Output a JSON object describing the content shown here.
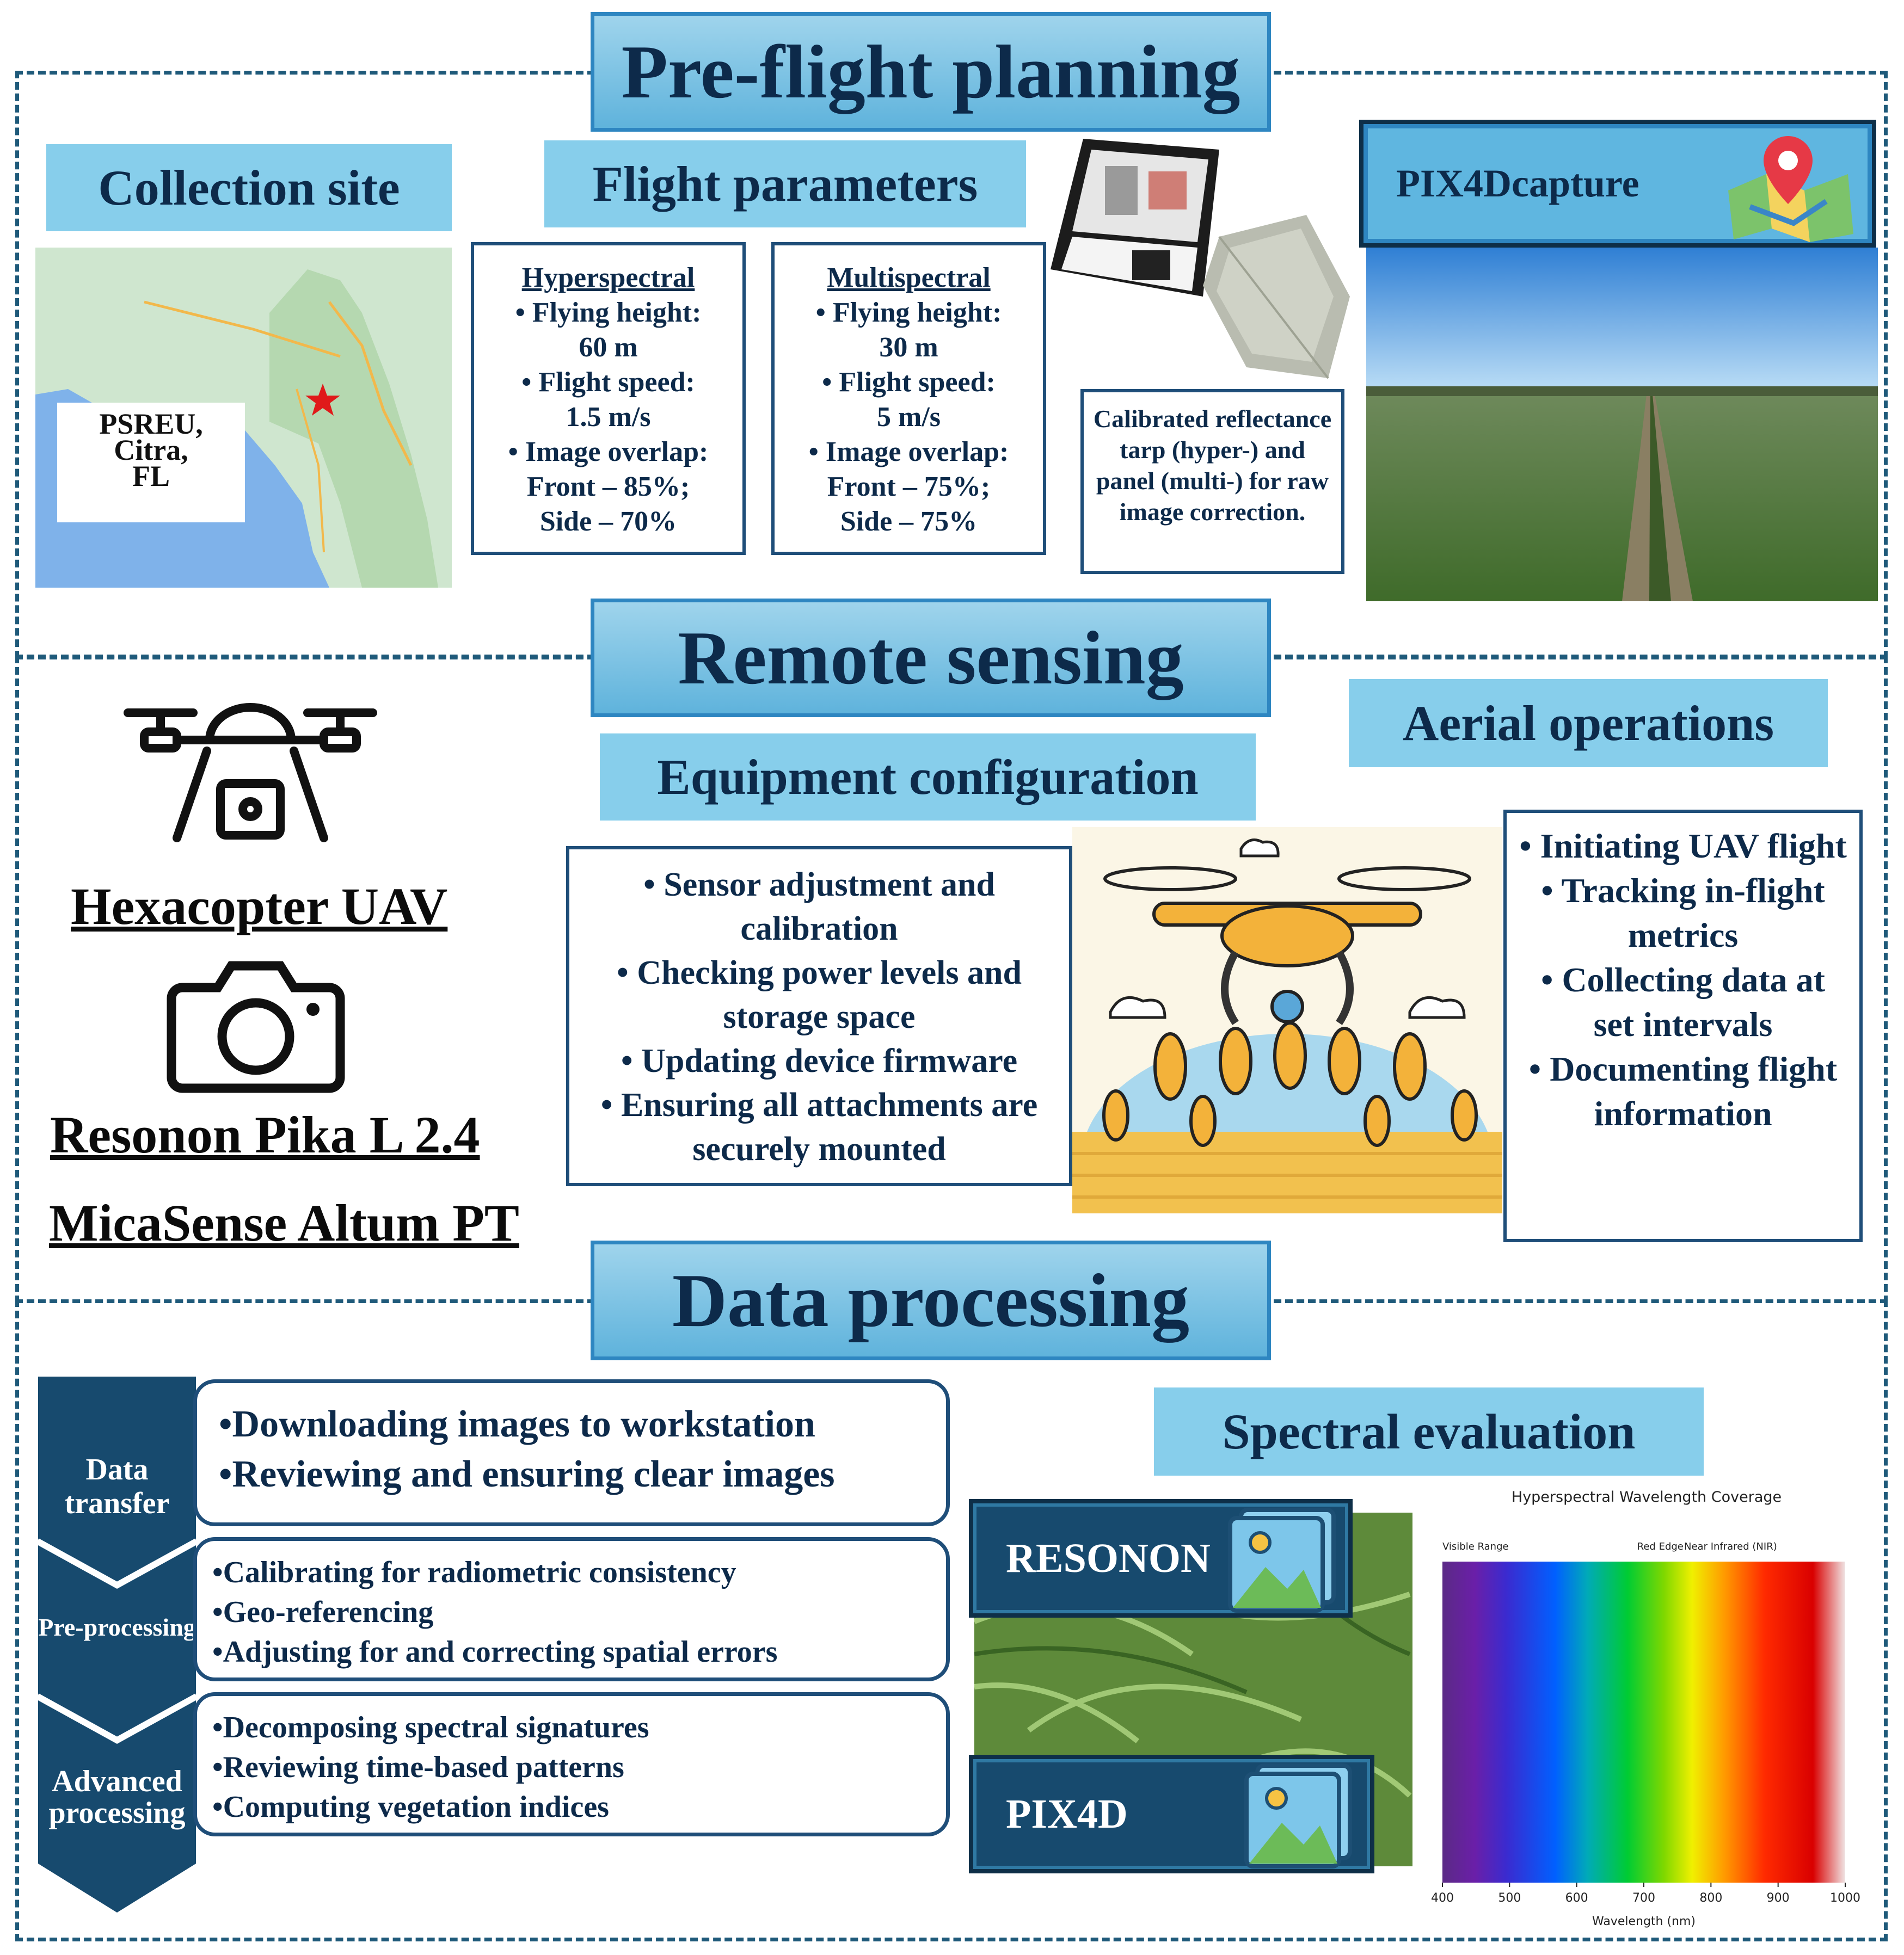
{
  "sections": {
    "preflight": "Pre-flight planning",
    "remote": "Remote sensing",
    "processing": "Data processing"
  },
  "collection": {
    "title": "Collection site",
    "site_label": "PSREU,\nCitra,\nFL"
  },
  "flight_params": {
    "title": "Flight parameters",
    "hyper": {
      "title": "Hyperspectral",
      "items": [
        "Flying height:",
        "60 m",
        "Flight speed:",
        "1.5 m/s",
        "Image overlap:",
        "Front – 85%;",
        "Side – 70%"
      ]
    },
    "multi": {
      "title": "Multispectral",
      "items": [
        "Flying height:",
        "30 m",
        "Flight speed:",
        "5 m/s",
        "Image overlap:",
        "Front – 75%;",
        "Side – 75%"
      ]
    }
  },
  "tarp_caption": "Calibrated reflectance tarp (hyper-) and panel (multi-) for raw image correction.",
  "pix4dcapture": "PIX4Dcapture",
  "equipment": {
    "hexacopter": "Hexacopter UAV",
    "resonon": "Resonon Pika L 2.4",
    "micasense": "MicaSense Altum PT"
  },
  "equipment_config": {
    "title": "Equipment configuration",
    "items": [
      "Sensor adjustment and calibration",
      "Checking power levels and storage space",
      "Updating device firmware",
      "Ensuring all attachments are securely mounted"
    ]
  },
  "aerial": {
    "title": "Aerial operations",
    "items": [
      "Initiating UAV flight",
      "Tracking in-flight metrics",
      "Collecting data at set intervals",
      "Documenting flight information"
    ]
  },
  "pipeline": [
    {
      "label": "Data transfer",
      "items": [
        "Downloading images to workstation",
        "Reviewing and ensuring clear images"
      ]
    },
    {
      "label": "Pre-processing",
      "items": [
        "Calibrating for radiometric consistency",
        "Geo-referencing",
        "Adjusting for and correcting spatial errors"
      ]
    },
    {
      "label": "Advanced processing",
      "items": [
        "Decomposing spectral signatures",
        "Reviewing time-based patterns",
        "Computing vegetation indices"
      ]
    }
  ],
  "spectral": {
    "title": "Spectral evaluation",
    "resonon_label": "RESONON",
    "pix4d_label": "PIX4D"
  },
  "chart_data": {
    "type": "heatmap",
    "title": "Hyperspectral Wavelength Coverage",
    "xlabel": "Wavelength (nm)",
    "ylabel": "",
    "xlim": [
      400,
      1000
    ],
    "x_ticks": [
      400,
      500,
      600,
      700,
      800,
      900,
      1000
    ],
    "annotations": [
      {
        "text": "Visible Range",
        "x": 400
      },
      {
        "text": "Red Edge",
        "x": 690
      },
      {
        "text": "Near Infrared (NIR)",
        "x": 760
      }
    ],
    "grid": false
  }
}
